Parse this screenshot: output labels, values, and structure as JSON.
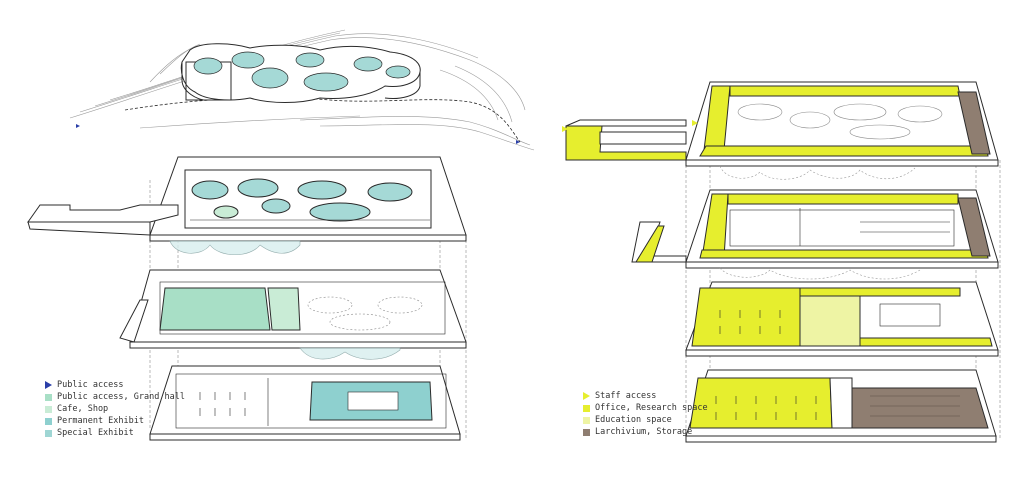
{
  "colors": {
    "line": "#2b2b2b",
    "grid": "#8a8a8a",
    "mint": "#a8dfc6",
    "teal": "#8ed0cf",
    "lightteal": "#b9e3e2",
    "yellow": "#e6ee2e",
    "paleyellow": "#eef4a4",
    "brown": "#8f7e71",
    "public_access": "#2b3fa8",
    "staff_access": "#e6ee2e"
  },
  "legend_left": [
    {
      "label": "Public access",
      "kind": "triangle",
      "color": "#2b3fa8"
    },
    {
      "label": "Public access, Grand hall",
      "kind": "square",
      "color": "#a8dfc6"
    },
    {
      "label": "Cafe, Shop",
      "kind": "square",
      "color": "#c9ecd6"
    },
    {
      "label": "Permanent Exhibit",
      "kind": "square",
      "color": "#8ed0cf"
    },
    {
      "label": "Special Exhibit",
      "kind": "square",
      "color": "#9fd6d4"
    }
  ],
  "legend_right": [
    {
      "label": "Staff access",
      "kind": "triangle",
      "color": "#e6ee2e"
    },
    {
      "label": "Office, Research space",
      "kind": "square",
      "color": "#e6ee2e"
    },
    {
      "label": "Education space",
      "kind": "square",
      "color": "#eef4a4"
    },
    {
      "label": "Larchivium, Storage",
      "kind": "square",
      "color": "#8f7e71"
    }
  ]
}
